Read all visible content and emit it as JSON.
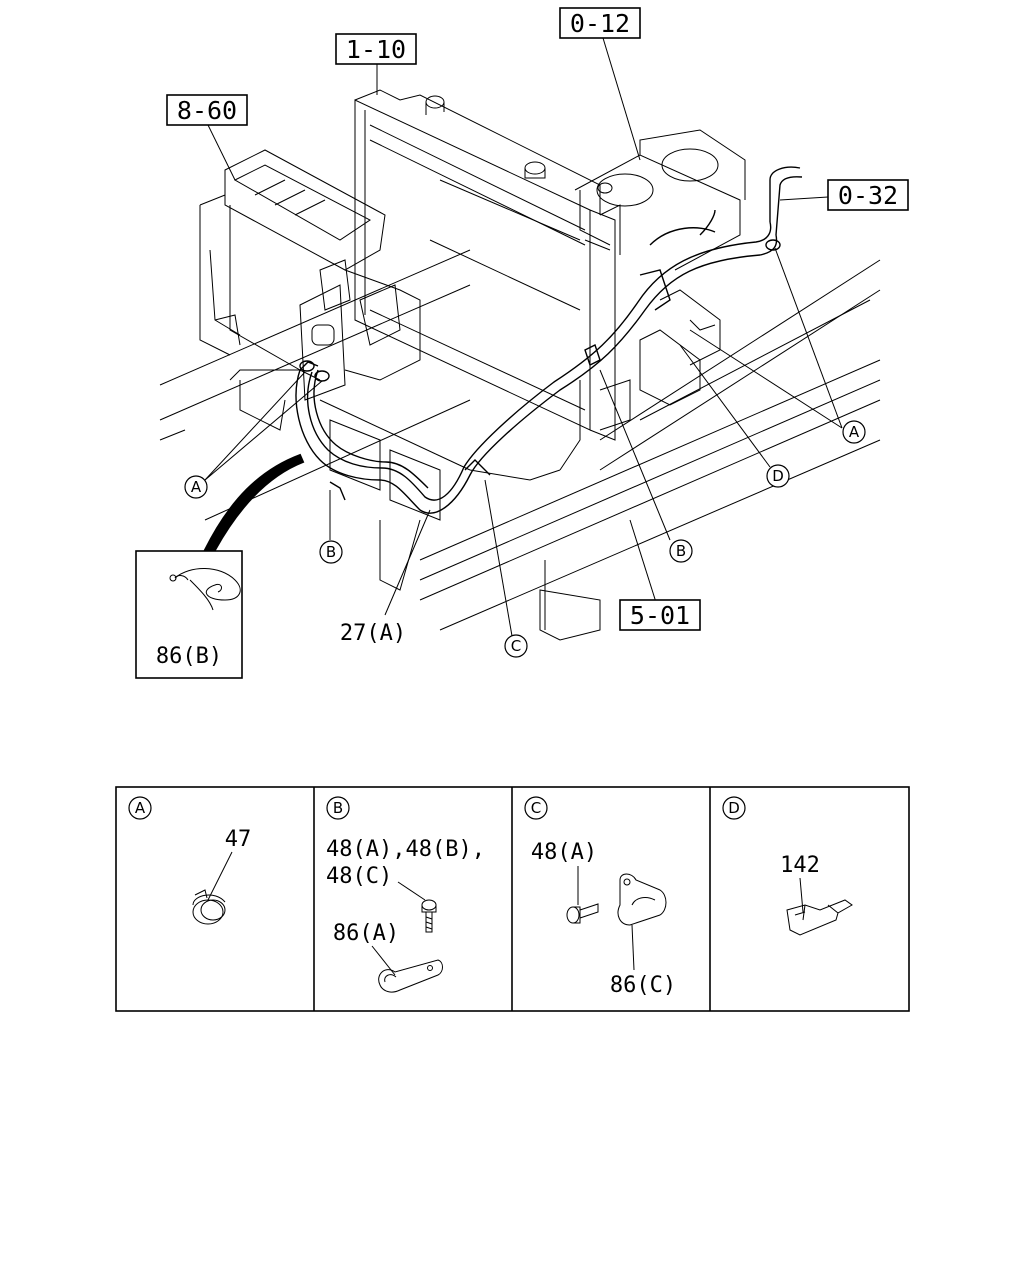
{
  "refs": {
    "r1": "1-10",
    "r2": "0-12",
    "r3": "8-60",
    "r4": "0-32",
    "r5": "5-01"
  },
  "callouts": {
    "a": "A",
    "b": "B",
    "c": "C",
    "d": "D"
  },
  "parts": {
    "p27a": "27(A)",
    "p86b": "86(B)",
    "p47": "47",
    "p48abc_1": "48(A),48(B),",
    "p48abc_2": "48(C)",
    "p86a": "86(A)",
    "p48a": "48(A)",
    "p86c": "86(C)",
    "p142": "142"
  }
}
